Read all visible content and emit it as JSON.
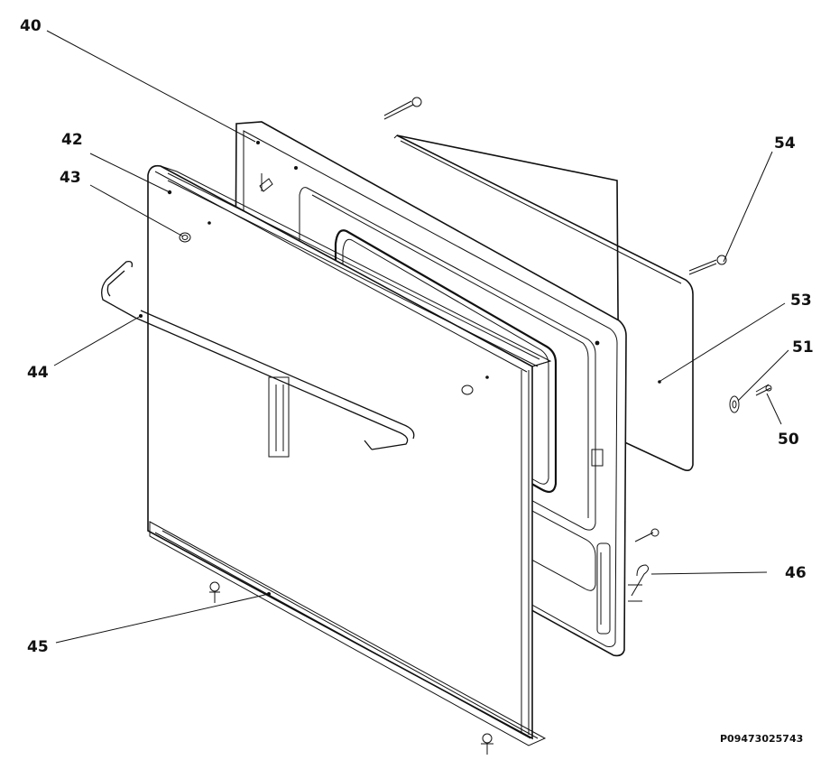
{
  "callouts": {
    "c40": "40",
    "c42": "42",
    "c43": "43",
    "c44": "44",
    "c45": "45",
    "c46": "46",
    "c50": "50",
    "c51": "51",
    "c53": "53",
    "c54": "54"
  },
  "drawing_code": "P09473025743",
  "colors": {
    "ink": "#111111",
    "paper": "#ffffff"
  }
}
